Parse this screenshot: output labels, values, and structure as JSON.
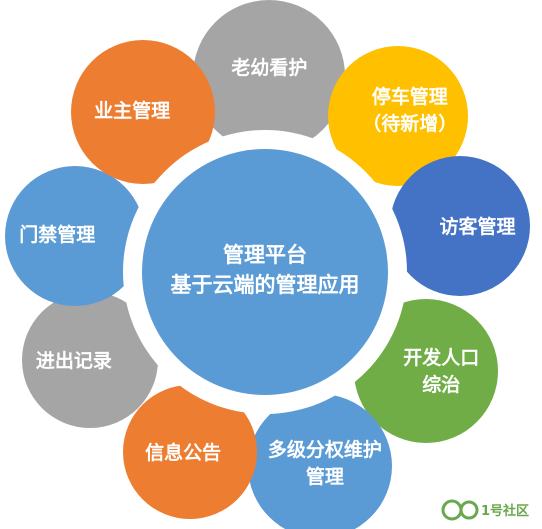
{
  "center": {
    "line1": "管理平台",
    "line2": "基于云端的管理应用",
    "color": "#5b9bd5"
  },
  "petals": [
    {
      "name": "petal-elderly-care",
      "line1": "老幼看护",
      "line2": "",
      "color": "#a5a5a5"
    },
    {
      "name": "petal-parking",
      "line1": "停车管理",
      "line2": "（待新增）",
      "color": "#ffc000"
    },
    {
      "name": "petal-visitor",
      "line1": "访客管理",
      "line2": "",
      "color": "#4472c4"
    },
    {
      "name": "petal-population",
      "line1": "开发人口",
      "line2": "综治",
      "color": "#70ad47"
    },
    {
      "name": "petal-permissions",
      "line1": "多级分权维护",
      "line2": "管理",
      "color": "#5b9bd5"
    },
    {
      "name": "petal-announcements",
      "line1": "信息公告",
      "line2": "",
      "color": "#ed7d31"
    },
    {
      "name": "petal-access-log",
      "line1": "进出记录",
      "line2": "",
      "color": "#a5a5a5"
    },
    {
      "name": "petal-access-control",
      "line1": "门禁管理",
      "line2": "",
      "color": "#5b9bd5"
    },
    {
      "name": "petal-owner",
      "line1": "业主管理",
      "line2": "",
      "color": "#ed7d31"
    }
  ],
  "watermark": {
    "text": "1号社区",
    "logo": "oe-logo-icon"
  }
}
